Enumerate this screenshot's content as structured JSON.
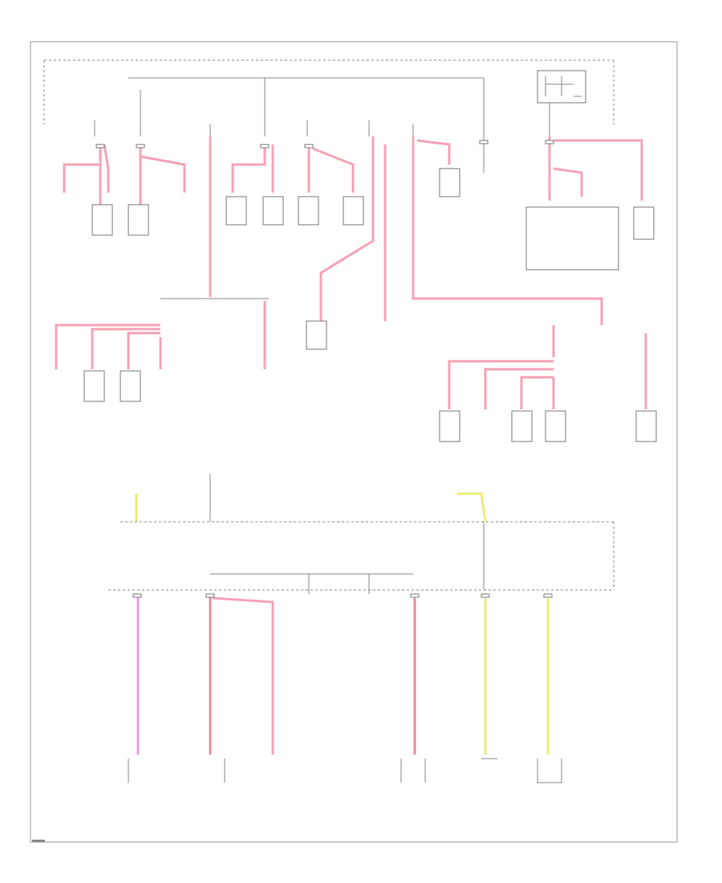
{
  "diagram": {
    "page_number": "",
    "colors": {
      "pink": "#f6a3b6",
      "yellow": "#ecec7a",
      "violet": "#e79aee",
      "line": "#8a8a8a"
    },
    "components": [
      {
        "id": "fuse-block-underhood",
        "label": ""
      },
      {
        "id": "relay-top-right",
        "label": ""
      },
      {
        "id": "fuse-row-1",
        "label": ""
      },
      {
        "id": "fuse-row-2",
        "label": ""
      },
      {
        "id": "module-lower-left",
        "label": ""
      },
      {
        "id": "module-lower-right",
        "label": ""
      },
      {
        "id": "fuse-block-ip",
        "label": ""
      }
    ]
  }
}
